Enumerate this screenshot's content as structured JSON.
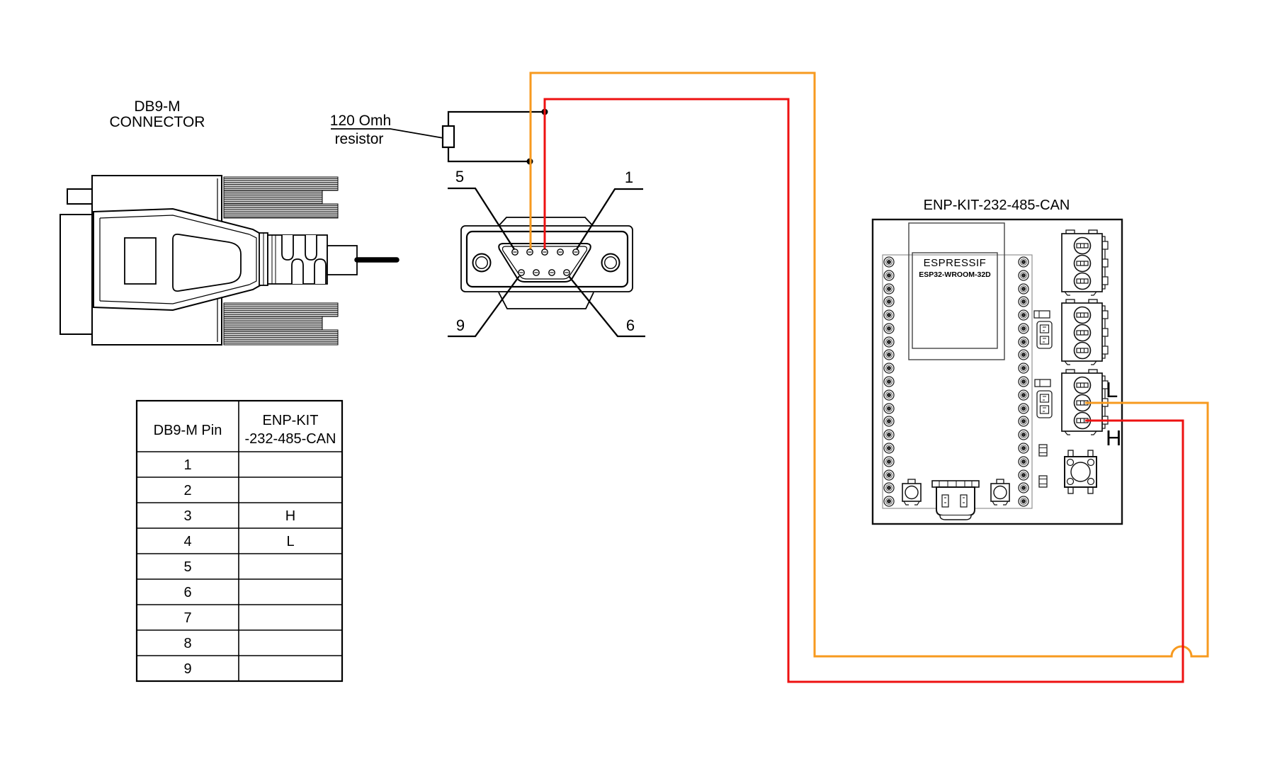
{
  "db9_drawing": {
    "title_line1": "DB9-M",
    "title_line2": "CONNECTOR"
  },
  "resistor": {
    "label_line1": "120 Omh",
    "label_line2": "resistor"
  },
  "dsub_face": {
    "pin_label_5": "5",
    "pin_label_1": "1",
    "pin_label_9": "9",
    "pin_label_6": "6"
  },
  "board": {
    "title": "ENP-KIT-232-485-CAN",
    "module_brand": "ESPRESSIF",
    "module_model": "ESP32-WROOM-32D",
    "terminal_label_l": "L",
    "terminal_label_h": "H"
  },
  "pin_table": {
    "header_col1": "DB9-M Pin",
    "header_col2_line1": "ENP-KIT",
    "header_col2_line2": "-232-485-CAN",
    "rows": [
      {
        "pin": "1",
        "signal": ""
      },
      {
        "pin": "2",
        "signal": ""
      },
      {
        "pin": "3",
        "signal": "H"
      },
      {
        "pin": "4",
        "signal": "L"
      },
      {
        "pin": "5",
        "signal": ""
      },
      {
        "pin": "6",
        "signal": ""
      },
      {
        "pin": "7",
        "signal": ""
      },
      {
        "pin": "8",
        "signal": ""
      },
      {
        "pin": "9",
        "signal": ""
      }
    ]
  },
  "colors": {
    "can_l_wire_orange": "#f79a1f",
    "can_h_wire_red": "#ee1111",
    "line_black": "#000000"
  }
}
